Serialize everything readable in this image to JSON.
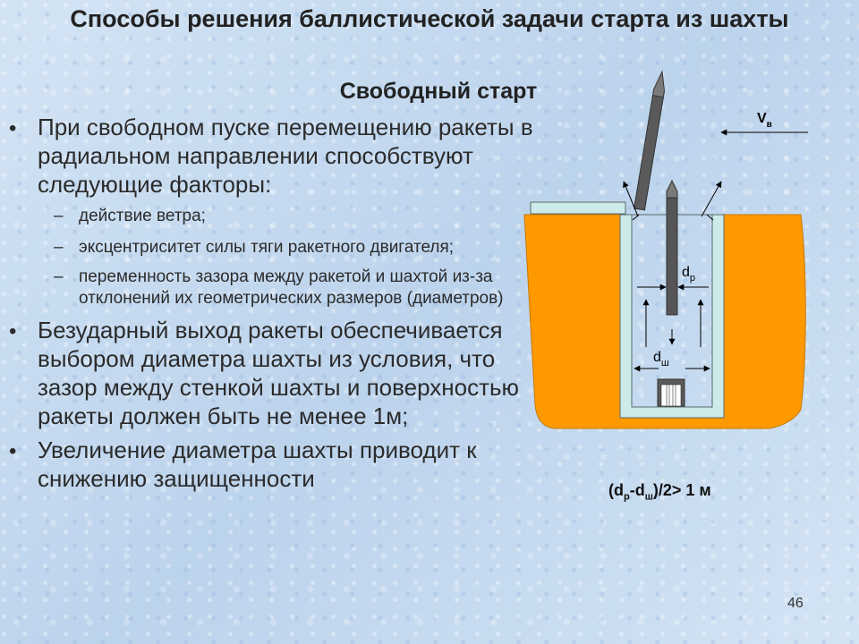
{
  "slide": {
    "title": "Способы решения баллистической задачи старта из шахты",
    "subtitle": "Свободный старт",
    "page_number": "46"
  },
  "bullets": [
    {
      "text": "При свободном пуске перемещению ракеты в радиальном направлении способствуют следующие факторы:",
      "subitems": [
        "действие ветра;",
        "эксцентриситет силы тяги ракетного двигателя;",
        "переменность зазора между ракетой и шахтой из-за отклонений их геометрических размеров (диаметров)"
      ]
    },
    {
      "text": "Безударный выход ракеты обеспечивается выбором диаметра шахты из условия, что зазор между стенкой шахты и поверхностью ракеты должен быть не менее 1м;"
    },
    {
      "text": "Увеличение диаметра шахты приводит к снижению защищенности"
    }
  ],
  "symbols": {
    "bullet": "•",
    "dash": "–"
  },
  "diagram": {
    "wind_label_main": "V",
    "wind_label_sub": "в",
    "rocket_diameter_main": "d",
    "rocket_diameter_sub": "р",
    "silo_diameter_main": "d",
    "silo_diameter_sub": "ш"
  },
  "formula": {
    "open": "(d",
    "sub1": "р",
    "mid": "-d",
    "sub2": "ш",
    "close": ")/2> 1 м"
  },
  "colors": {
    "ground": "#ff9900",
    "silo_wall": "#ccebea",
    "rocket": "#555555",
    "text": "#2b2b2b"
  }
}
